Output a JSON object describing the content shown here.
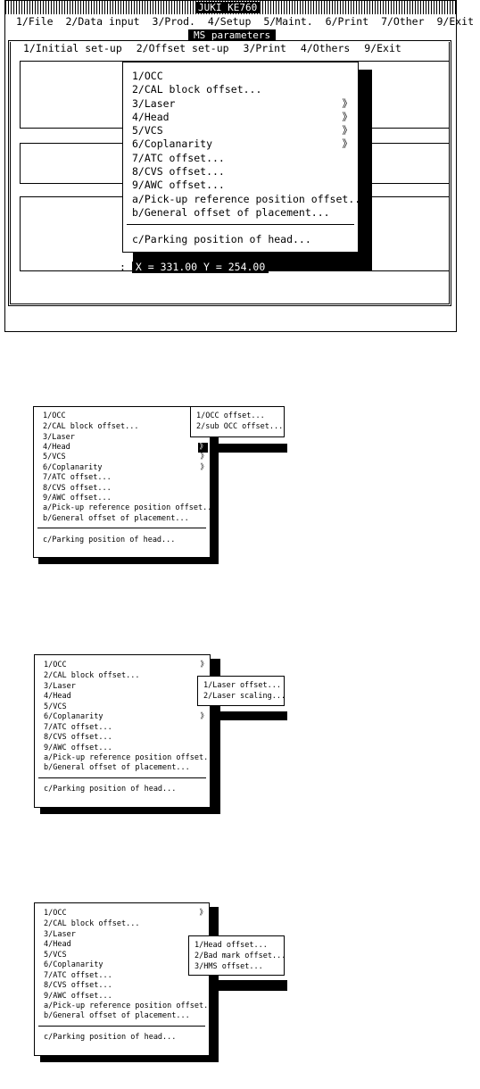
{
  "app_title": "JUKI KE760",
  "menubar": [
    "1/File",
    "2/Data input",
    "3/Prod.",
    "4/Setup",
    "5/Maint.",
    "6/Print",
    "7/Other",
    "9/Exit"
  ],
  "ms_title": "MS parameters",
  "submenubar": [
    "1/Initial set-up",
    "2/Offset set-up",
    "3/Print",
    "4/Others",
    "9/Exit"
  ],
  "offset_menu": [
    {
      "label": "1/OCC",
      "arrow": ""
    },
    {
      "label": "2/CAL block offset...",
      "arrow": ""
    },
    {
      "label": "3/Laser",
      "arrow": "》"
    },
    {
      "label": "4/Head",
      "arrow": "》"
    },
    {
      "label": "5/VCS",
      "arrow": "》"
    },
    {
      "label": "6/Coplanarity",
      "arrow": "》"
    },
    {
      "label": "7/ATC offset...",
      "arrow": ""
    },
    {
      "label": "8/CVS offset...",
      "arrow": ""
    },
    {
      "label": "9/AWC offset...",
      "arrow": ""
    },
    {
      "label": "a/Pick-up reference position offset...",
      "arrow": ""
    },
    {
      "label": "b/General offset of placement...",
      "arrow": ""
    }
  ],
  "parking_item": "c/Parking position of head...",
  "coord": {
    "prefix": ":",
    "text": "X =  331.00  Y =  254.00"
  },
  "diagram1": {
    "menu": [
      {
        "label": "1/OCC",
        "arrow": ""
      },
      {
        "label": "2/CAL block offset...",
        "arrow": ""
      },
      {
        "label": "3/Laser",
        "arrow": ""
      },
      {
        "label": "4/Head",
        "arrow": "》"
      },
      {
        "label": "5/VCS",
        "arrow": "》"
      },
      {
        "label": "6/Coplanarity",
        "arrow": "》"
      },
      {
        "label": "7/ATC offset...",
        "arrow": ""
      },
      {
        "label": "8/CVS offset...",
        "arrow": ""
      },
      {
        "label": "9/AWC offset...",
        "arrow": ""
      },
      {
        "label": "a/Pick-up reference position offset...",
        "arrow": ""
      },
      {
        "label": "b/General offset of placement...",
        "arrow": ""
      }
    ],
    "parking": "c/Parking position of head...",
    "submenu": [
      "1/OCC offset...",
      "2/sub OCC offset..."
    ]
  },
  "diagram2": {
    "menu": [
      {
        "label": "1/OCC",
        "arrow": "》"
      },
      {
        "label": "2/CAL block offset...",
        "arrow": ""
      },
      {
        "label": "3/Laser",
        "arrow": ""
      },
      {
        "label": "4/Head",
        "arrow": ""
      },
      {
        "label": "5/VCS",
        "arrow": ""
      },
      {
        "label": "6/Coplanarity",
        "arrow": "》"
      },
      {
        "label": "7/ATC offset...",
        "arrow": ""
      },
      {
        "label": "8/CVS offset...",
        "arrow": ""
      },
      {
        "label": "9/AWC offset...",
        "arrow": ""
      },
      {
        "label": "a/Pick-up reference position offset...",
        "arrow": ""
      },
      {
        "label": "b/General offset of placement...",
        "arrow": ""
      }
    ],
    "parking": "c/Parking position of head...",
    "submenu": [
      "1/Laser offset...",
      "2/Laser scaling..."
    ]
  },
  "diagram3": {
    "menu": [
      {
        "label": "1/OCC",
        "arrow": "》"
      },
      {
        "label": "2/CAL block offset...",
        "arrow": ""
      },
      {
        "label": "3/Laser",
        "arrow": ""
      },
      {
        "label": "4/Head",
        "arrow": ""
      },
      {
        "label": "5/VCS",
        "arrow": ""
      },
      {
        "label": "6/Coplanarity",
        "arrow": ""
      },
      {
        "label": "7/ATC offset...",
        "arrow": ""
      },
      {
        "label": "8/CVS offset...",
        "arrow": ""
      },
      {
        "label": "9/AWC offset...",
        "arrow": ""
      },
      {
        "label": "a/Pick-up reference position offset...",
        "arrow": ""
      },
      {
        "label": "b/General offset of placement...",
        "arrow": ""
      }
    ],
    "parking": "c/Parking position of head...",
    "submenu": [
      "1/Head offset...",
      "2/Bad mark offset...",
      "3/HMS offset..."
    ]
  }
}
